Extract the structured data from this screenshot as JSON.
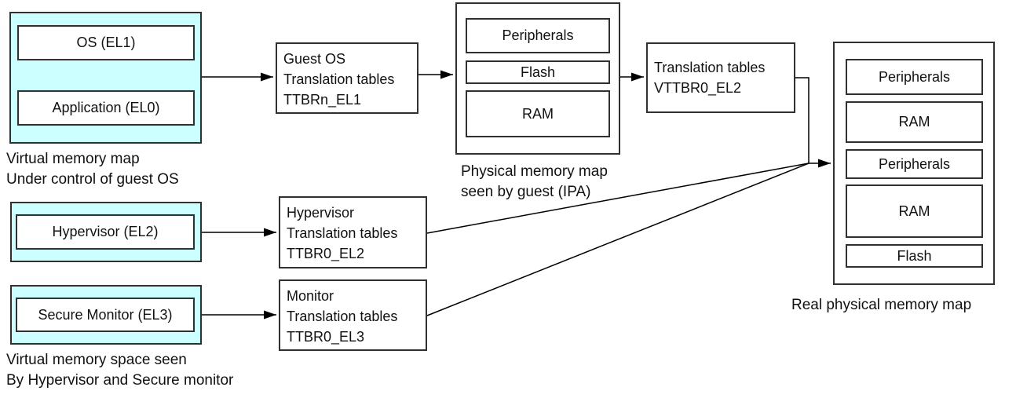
{
  "diagram": {
    "colors": {
      "cyan_fill": "#ccffff",
      "border": "#303030",
      "line": "#000000"
    },
    "guest_vm": {
      "os": "OS (EL1)",
      "app": "Application (EL0)",
      "caption1": "Virtual memory map",
      "caption2": "Under control of guest OS"
    },
    "guest_tt": {
      "l1": "Guest OS",
      "l2": "Translation tables",
      "l3": "TTBRn_EL1"
    },
    "ipa_map": {
      "regions": [
        "Peripherals",
        "Flash",
        "RAM"
      ],
      "caption1": "Physical memory map",
      "caption2": "seen by guest (IPA)"
    },
    "stage2_tt": {
      "l1": "Translation tables",
      "l2": "VTTBR0_EL2"
    },
    "hypervisor": {
      "label": "Hypervisor (EL2)"
    },
    "hyp_tt": {
      "l1": "Hypervisor",
      "l2": "Translation tables",
      "l3": "TTBR0_EL2"
    },
    "secure_monitor": {
      "label": "Secure Monitor (EL3)"
    },
    "mon_tt": {
      "l1": "Monitor",
      "l2": "Translation tables",
      "l3": "TTBR0_EL3"
    },
    "lower_caption": {
      "line1": "Virtual memory space seen",
      "line2": "By Hypervisor and Secure monitor"
    },
    "real_map": {
      "regions": [
        "Peripherals",
        "RAM",
        "Peripherals",
        "RAM",
        "Flash"
      ],
      "caption": "Real physical memory map"
    }
  }
}
